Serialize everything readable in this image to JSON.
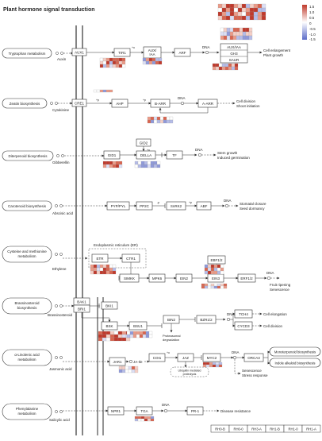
{
  "title": "Plant hormone signal transduction",
  "legend": {
    "ticks": [
      "1.5",
      "1.0",
      "0.5",
      "0",
      "-0.5",
      "-1.0",
      "-1.5"
    ],
    "colors": {
      "high": "#c0392b",
      "mid": "#ffffff",
      "low": "#5b6cc8"
    }
  },
  "column_key": [
    "RH0-B",
    "RH0-0",
    "RH3-A",
    "RH1-B",
    "RH1-0",
    "RH1-A"
  ],
  "pathways": {
    "trp": {
      "source": "Tryptophan metabolism",
      "hormone": "Auxin",
      "receptor": "AUX1",
      "nodes": [
        "TIR1",
        "AUX/\nIAA",
        "ARF"
      ],
      "targets": [
        "AUX/IAA",
        "GH3",
        "SAUR"
      ],
      "dna": "DNA",
      "plus": "+u",
      "outcome": [
        "Cell enlargement",
        "Plant growth"
      ]
    },
    "zea": {
      "source": "Zeatin biosynthesis",
      "hormone": "Cytokinine",
      "receptor": "CRE1",
      "nodes": [
        "AHP",
        "B-ARR",
        "A-ARR"
      ],
      "dna": "DNA",
      "plus": "+p",
      "outcome": [
        "Cell division",
        "Shoot initiation"
      ]
    },
    "dit": {
      "source": "Diterpenoid biosynthesis",
      "hormone": "Gibberellin",
      "receptor": "GID1",
      "nodes": [
        "GID2",
        "DELLA",
        "TF"
      ],
      "dna": "DNA",
      "plus": "+u",
      "outcome": [
        "Stem growth",
        "Induced germination"
      ]
    },
    "car": {
      "source": "Carotenoid biosynthesis",
      "hormone": "Abscisic acid",
      "nodes": [
        "PYP/PYL",
        "PP2C",
        "SnRK2",
        "ABF"
      ],
      "dna": "DNA",
      "plus": "+p",
      "outcome": [
        "Stomatal closure",
        "Seed dormancy"
      ]
    },
    "cys": {
      "source": "Cysteine and methionine metabolism",
      "hormone": "Ethylene",
      "er": "Endoplasmic reticulum (ER)",
      "nodes": [
        "ETR",
        "CTR1",
        "SIMKK",
        "MPK6",
        "EIN2",
        "EBF1/2",
        "EIN3",
        "ERF1/2"
      ],
      "dna": "DNA",
      "outcome": [
        "Fruit ripening",
        "Senescence"
      ]
    },
    "bra": {
      "source": "Brassinosteroid biosynthesis",
      "hormone": "Brassinosteroid",
      "nodes": [
        "BAK1",
        "BRI1",
        "BKI1",
        "BSK",
        "BSU1",
        "BIN2",
        "BZR1/2",
        "TCH4",
        "CYCD3"
      ],
      "note": [
        "Proteasomal",
        "degradation"
      ],
      "dna": "DNA",
      "outcome": [
        "Cell elongation",
        "Cell division"
      ]
    },
    "lin": {
      "source": "α-Linolenic acid metabolism",
      "hormone": "Jasmonic acid",
      "nodes": [
        "JAR1",
        "JA-Ile",
        "COI1",
        "JAZ",
        "MYC2",
        "ORCA3"
      ],
      "note": [
        "Ubiquitin mediated",
        "proteolysis"
      ],
      "dna": "DNA",
      "outcome_boxes": [
        "Monoterpenoid biosynthesis",
        "Indole alkaloid biosynthesis"
      ],
      "outcome": [
        "Senescence",
        "Stress response"
      ]
    },
    "phe": {
      "source": "Phenylalanine metabolism",
      "hormone": "Salicylic acid",
      "nodes": [
        "NPR1",
        "TGA",
        "PR-1"
      ],
      "dna": "DNA",
      "outcome": [
        "Disease resistance"
      ]
    }
  }
}
